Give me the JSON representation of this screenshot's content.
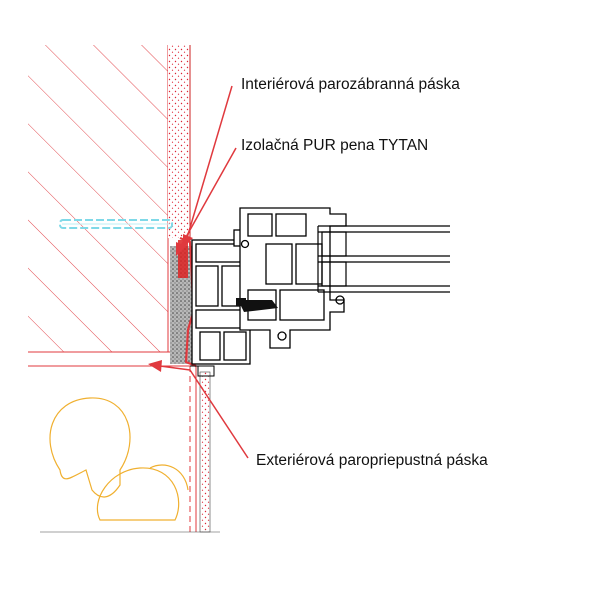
{
  "labels": {
    "interior_tape": "Interiérová parozábranná páska",
    "pur_foam": "Izolačná PUR pena TYTAN",
    "exterior_tape": "Exteriérová paropriepustná páska"
  },
  "colors": {
    "wall_hatch": "#e0393e",
    "pointer": "#e0393e",
    "profile": "#000000",
    "foam": "#9a9a9a",
    "anchor": "#7fd9e8",
    "background": "#ffffff"
  }
}
